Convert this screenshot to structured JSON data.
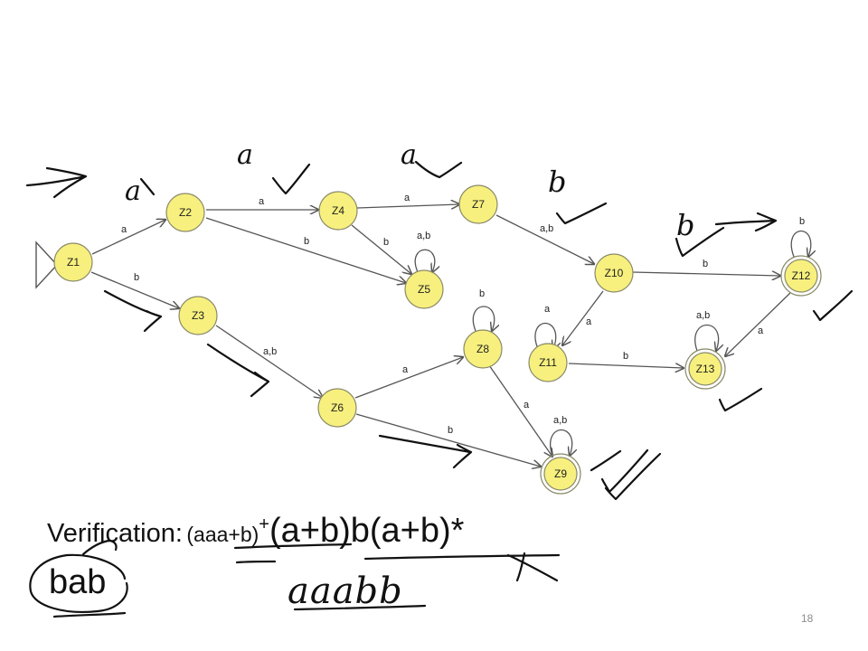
{
  "slide": {
    "verification_label": "Verification:",
    "expr_part1": "(aaa+b)",
    "expr_sup": "+",
    "expr_part2": "(a+b)b(a+b)*",
    "example_word": "bab",
    "page_number": "18"
  },
  "automaton": {
    "states": [
      {
        "id": "Z1",
        "label": "Z1",
        "initial": true,
        "final": false
      },
      {
        "id": "Z2",
        "label": "Z2",
        "final": false
      },
      {
        "id": "Z3",
        "label": "Z3",
        "final": false
      },
      {
        "id": "Z4",
        "label": "Z4",
        "final": false
      },
      {
        "id": "Z5",
        "label": "Z5",
        "final": false
      },
      {
        "id": "Z6",
        "label": "Z6",
        "final": false
      },
      {
        "id": "Z7",
        "label": "Z7",
        "final": false
      },
      {
        "id": "Z8",
        "label": "Z8",
        "final": false
      },
      {
        "id": "Z9",
        "label": "Z9",
        "final": true
      },
      {
        "id": "Z10",
        "label": "Z10",
        "final": false
      },
      {
        "id": "Z11",
        "label": "Z11",
        "final": false
      },
      {
        "id": "Z12",
        "label": "Z12",
        "final": true
      },
      {
        "id": "Z13",
        "label": "Z13",
        "final": true
      }
    ],
    "transitions": [
      {
        "from": "Z1",
        "to": "Z2",
        "label": "a"
      },
      {
        "from": "Z1",
        "to": "Z3",
        "label": "b"
      },
      {
        "from": "Z2",
        "to": "Z4",
        "label": "a"
      },
      {
        "from": "Z2",
        "to": "Z5",
        "label": "b"
      },
      {
        "from": "Z4",
        "to": "Z7",
        "label": "a"
      },
      {
        "from": "Z4",
        "to": "Z5",
        "label": "b"
      },
      {
        "from": "Z5",
        "to": "Z5",
        "label": "a,b"
      },
      {
        "from": "Z3",
        "to": "Z6",
        "label": "a,b"
      },
      {
        "from": "Z6",
        "to": "Z8",
        "label": "a"
      },
      {
        "from": "Z6",
        "to": "Z9",
        "label": "b"
      },
      {
        "from": "Z8",
        "to": "Z8",
        "label": "b"
      },
      {
        "from": "Z8",
        "to": "Z9",
        "label": "a"
      },
      {
        "from": "Z9",
        "to": "Z9",
        "label": "a,b"
      },
      {
        "from": "Z7",
        "to": "Z10",
        "label": "a,b"
      },
      {
        "from": "Z10",
        "to": "Z12",
        "label": "b"
      },
      {
        "from": "Z10",
        "to": "Z11",
        "label": "a"
      },
      {
        "from": "Z11",
        "to": "Z11",
        "label": "a"
      },
      {
        "from": "Z11",
        "to": "Z13",
        "label": "b"
      },
      {
        "from": "Z12",
        "to": "Z12",
        "label": "b"
      },
      {
        "from": "Z12",
        "to": "Z13",
        "label": "a"
      },
      {
        "from": "Z13",
        "to": "Z13",
        "label": "a,b"
      }
    ]
  },
  "handwriting": {
    "a_z1_z2": "a",
    "a_z2_z4": "a",
    "a_z4_z7": "a",
    "b_z7_z10": "b",
    "b_z10_z12": "b",
    "word": "aaabb"
  }
}
